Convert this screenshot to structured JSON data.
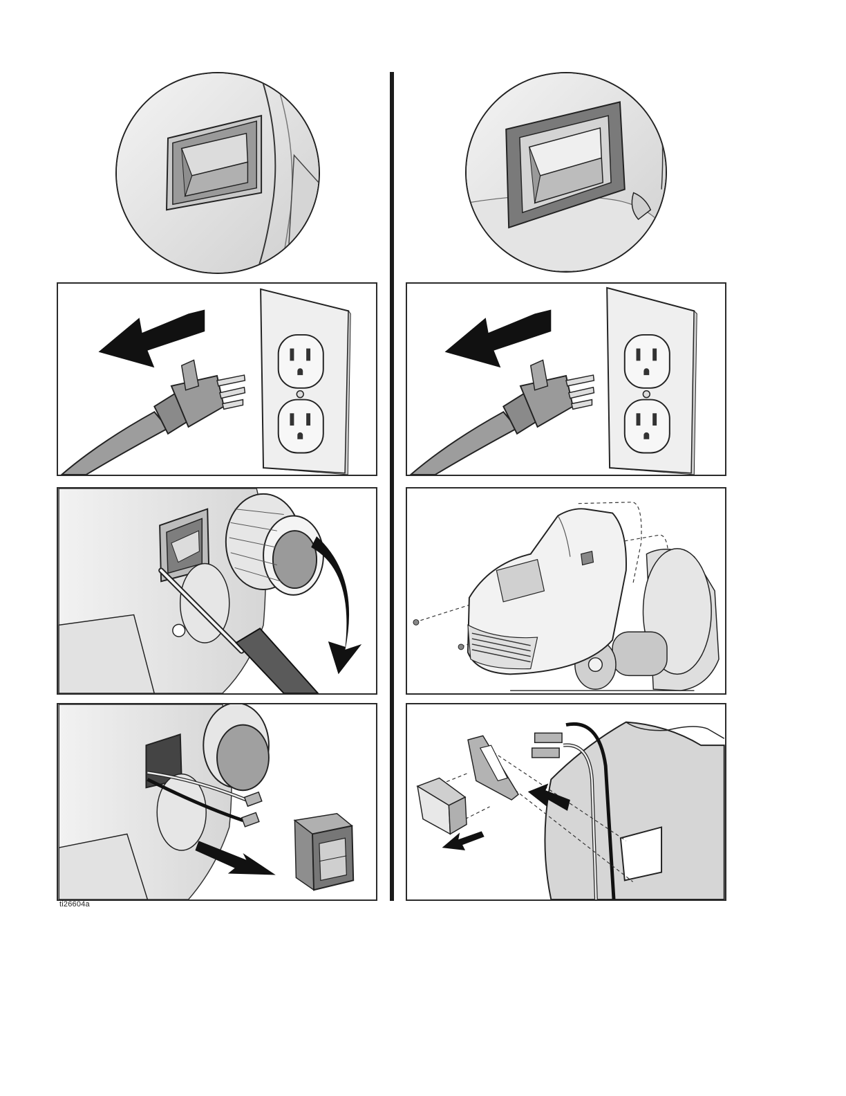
{
  "figure": {
    "id_label": "ti26604a"
  },
  "colors": {
    "line": "#222222",
    "light_gray": "#e4e4e4",
    "mid_gray": "#b8b8b8",
    "dark_gray": "#8c8c8c",
    "arrow": "#111111"
  },
  "icons": {
    "arrow": "solid-black-arrow",
    "plug": "three-prong-plug",
    "outlet": "duplex-wall-outlet",
    "switch": "rocker-switch",
    "screwdriver": "flat-screwdriver"
  }
}
